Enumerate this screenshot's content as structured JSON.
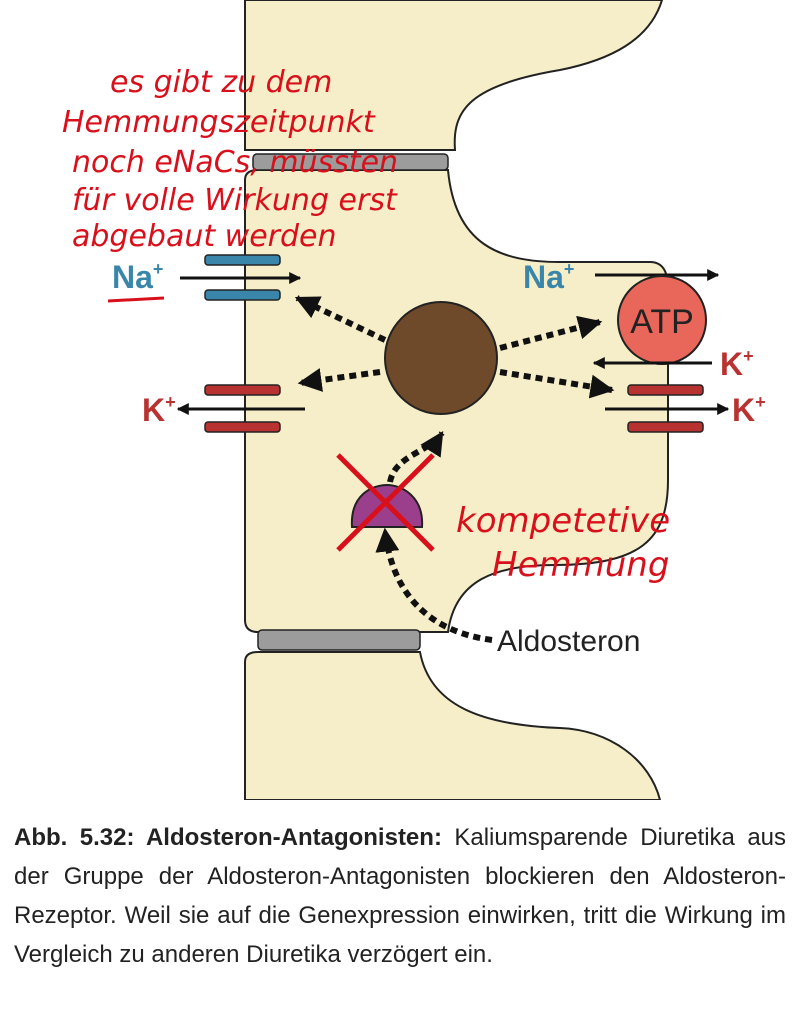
{
  "figure": {
    "labels": {
      "na_left": "Na",
      "na_right": "Na",
      "plus": "+",
      "k_left": "K",
      "k_right_pump": "K",
      "k_right_channel": "K",
      "atp": "ATP",
      "aldosterone": "Aldosteron"
    },
    "handwritten_note": [
      "es gibt zu dem",
      "Hemmungszeitpunkt",
      "noch eNaCs, müssten",
      "für volle Wirkung erst",
      "abgebaut werden"
    ],
    "handwritten_annotation": [
      "kompetetive",
      "Hemmung"
    ],
    "colors": {
      "cell_fill": "#f6eec8",
      "cell_stroke": "#222222",
      "junction": "#9c9c9c",
      "sodium_blue": "#3a86aa",
      "potassium_red": "#b83232",
      "atp_fill": "#e8665a",
      "nucleus": "#6e4a2a",
      "receptor": "#9b3e8c",
      "ink_red": "#d8101c"
    }
  },
  "caption": {
    "label": "Abb. 5.32: Aldosteron-Antagonisten:",
    "text": "Kaliumsparende Diuretika aus der Gruppe der Aldosteron-Antagonisten blockieren den Aldosteron-Rezeptor. Weil sie auf die Genexpression einwirken, tritt die Wirkung im Vergleich zu anderen Diuretika verzögert ein."
  }
}
